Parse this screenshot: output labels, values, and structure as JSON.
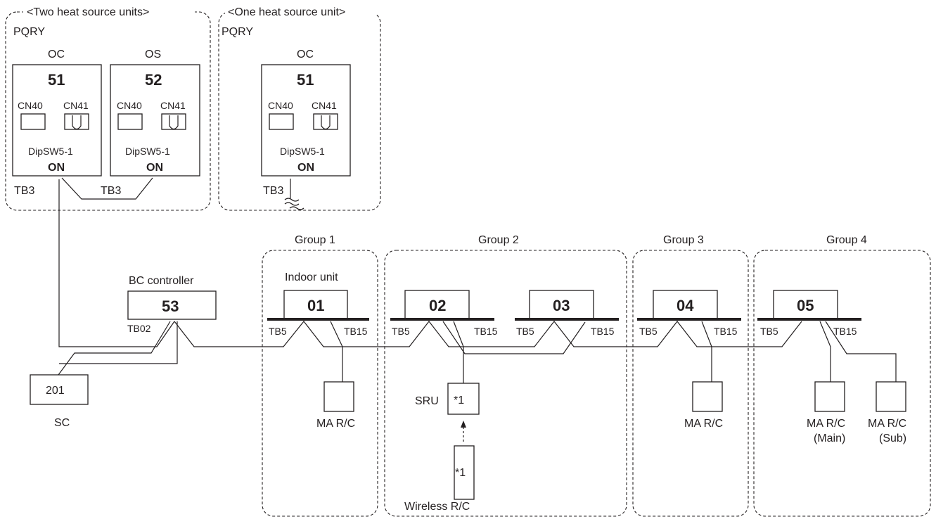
{
  "enclosures": {
    "two_units_label": "<Two heat source units>",
    "one_unit_label": "<One heat source unit>"
  },
  "two_units": {
    "model": "PQRY",
    "oc": {
      "role": "OC",
      "address": "51",
      "cn40": "CN40",
      "cn41": "CN41",
      "dipsw": "DipSW5-1",
      "dipsw_state": "ON",
      "tb": "TB3"
    },
    "os": {
      "role": "OS",
      "address": "52",
      "cn40": "CN40",
      "cn41": "CN41",
      "dipsw": "DipSW5-1",
      "dipsw_state": "ON",
      "tb": "TB3"
    }
  },
  "one_unit": {
    "model": "PQRY",
    "oc": {
      "role": "OC",
      "address": "51",
      "cn40": "CN40",
      "cn41": "CN41",
      "dipsw": "DipSW5-1",
      "dipsw_state": "ON",
      "tb": "TB3"
    }
  },
  "bc_controller": {
    "label": "BC controller",
    "address": "53",
    "tb": "TB02"
  },
  "sc": {
    "address": "201",
    "label": "SC"
  },
  "groups": [
    {
      "label": "Group 1"
    },
    {
      "label": "Group 2"
    },
    {
      "label": "Group 3"
    },
    {
      "label": "Group 4"
    }
  ],
  "indoor_unit_label": "Indoor unit",
  "indoor_units": [
    {
      "address": "01",
      "tb5": "TB5",
      "tb15": "TB15"
    },
    {
      "address": "02",
      "tb5": "TB5",
      "tb15": "TB15"
    },
    {
      "address": "03",
      "tb5": "TB5",
      "tb15": "TB15"
    },
    {
      "address": "04",
      "tb5": "TB5",
      "tb15": "TB15"
    },
    {
      "address": "05",
      "tb5": "TB5",
      "tb15": "TB15"
    }
  ],
  "remotes": {
    "ma_rc_1": "MA R/C",
    "sru_label": "SRU",
    "sru_box": "*1",
    "wireless_box": "*1",
    "wireless_label": "Wireless R/C",
    "ma_rc_3": "MA R/C",
    "ma_rc_main": "MA R/C",
    "ma_rc_main_sub": "(Main)",
    "ma_rc_sub": "MA R/C",
    "ma_rc_sub_sub": "(Sub)"
  }
}
